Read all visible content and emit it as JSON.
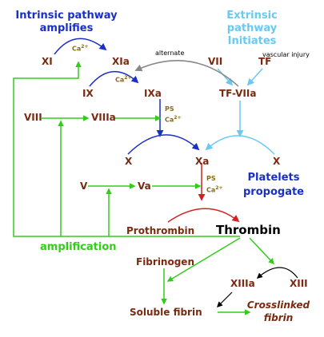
{
  "headings": {
    "intrinsic": "Intrinsic pathway\namplifies",
    "extrinsic": "Extrinsic pathway\nInitiates",
    "platelets": "Platelets\npropogate",
    "amplification": "amplification"
  },
  "annotations": {
    "alternate": "alternate",
    "vascular_injury": "vascular injury"
  },
  "cofactors": {
    "ca_xia": "Ca",
    "ca_ixa": "Ca",
    "ps_ixa": "PS",
    "ca_ixa_right": "Ca",
    "ps_xa": "PS",
    "ca_xa": "Ca",
    "superscript": "2+"
  },
  "factors": {
    "xi": "XI",
    "xia": "XIa",
    "ix": "IX",
    "ixa": "IXa",
    "vii": "VII",
    "tf": "TF",
    "tf_viia": "TF-VIIa",
    "viii": "VIII",
    "viiia": "VIIIa",
    "x_left": "X",
    "xa": "Xa",
    "x_right": "X",
    "v": "V",
    "va": "Va",
    "prothrombin": "Prothrombin",
    "thrombin": "Thrombin",
    "fibrinogen": "Fibrinogen",
    "xiiia": "XIIIa",
    "xiii": "XIII",
    "soluble_fibrin": "Soluble fibrin",
    "crosslinked_fibrin": "Crosslinked\nfibrin"
  },
  "colors": {
    "blue": "#1a2fc4",
    "lightblue": "#6bc8f0",
    "green": "#33cc1a",
    "red": "#d42020",
    "gray": "#888888",
    "factor": "#7a2a10",
    "cofactor": "#8b6a10"
  }
}
